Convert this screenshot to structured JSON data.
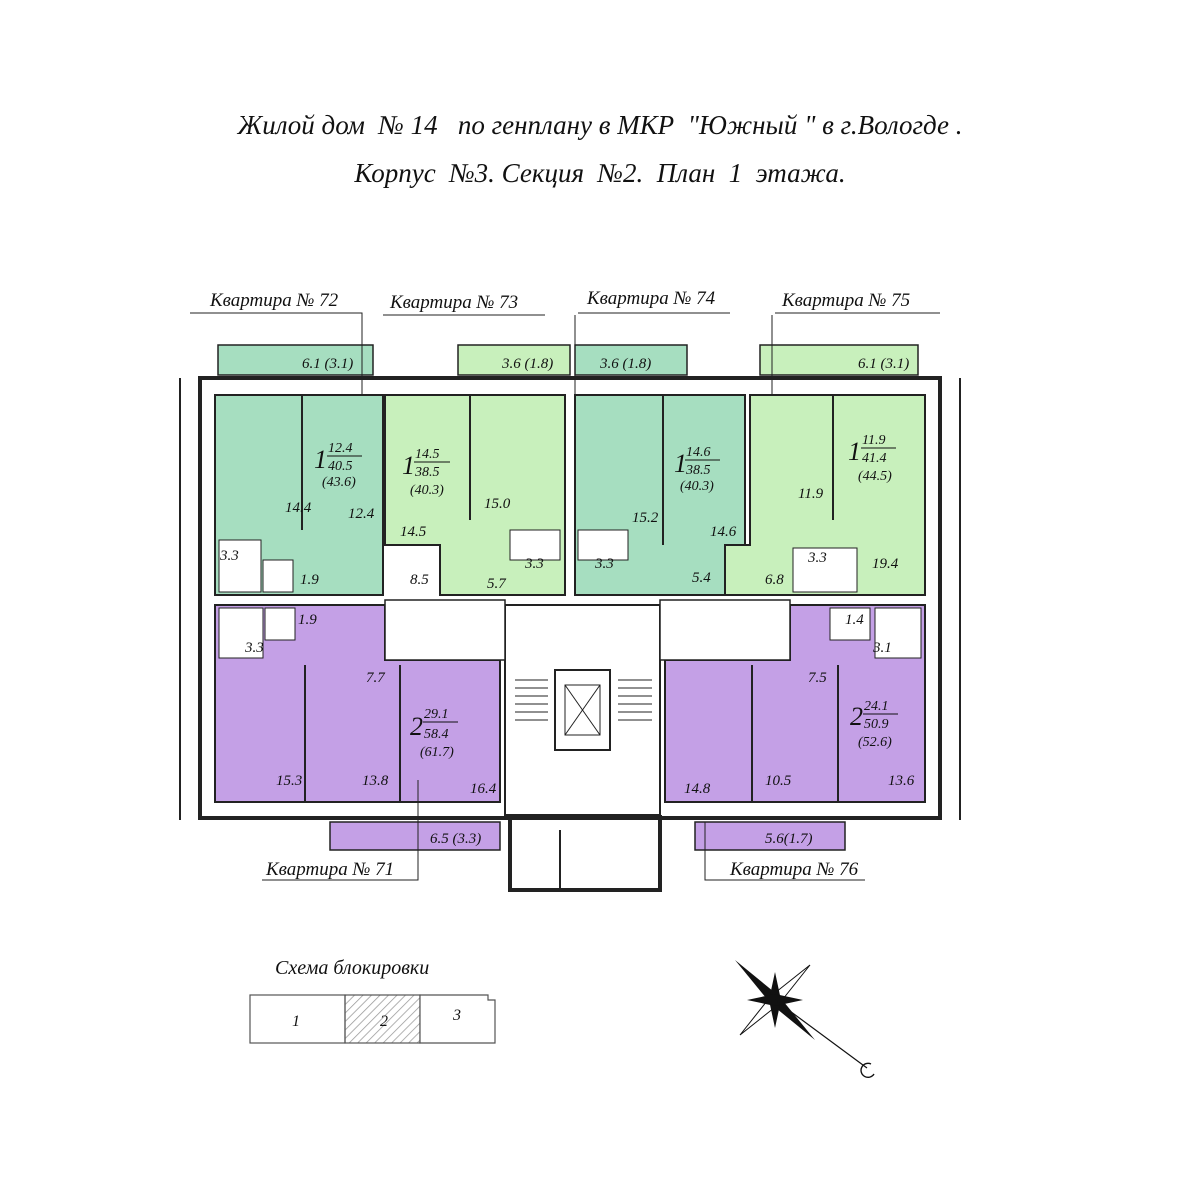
{
  "title": {
    "line1": "Жилой дом  № 14   по генплану в МКР  \"Южный \" в г.Вологде .",
    "line2": "Корпус  №3. Секция  №2.  План  1  этажа."
  },
  "colors": {
    "green_dark": "#a6dec0",
    "green_light": "#c8f0bc",
    "purple": "#c4a0e6",
    "wall": "#222222",
    "hatch": "#999999"
  },
  "apartments": [
    {
      "label": "Квартира № 72",
      "rooms": "1",
      "living": "12.4",
      "total": "40.5",
      "total_with_balcony": "(43.6)",
      "balcony": "6.1 (3.1)",
      "room_areas": [
        "14.4",
        "12.4",
        "3.3",
        "1.9",
        "8.5"
      ]
    },
    {
      "label": "Квартира № 73",
      "rooms": "1",
      "living": "14.5",
      "total": "38.5",
      "total_with_balcony": "(40.3)",
      "balcony": "3.6 (1.8)",
      "room_areas": [
        "14.5",
        "15.0",
        "3.3",
        "5.7"
      ]
    },
    {
      "label": "Квартира № 74",
      "rooms": "1",
      "living": "14.6",
      "total": "38.5",
      "total_with_balcony": "(40.3)",
      "balcony": "3.6 (1.8)",
      "room_areas": [
        "15.2",
        "14.6",
        "3.3",
        "5.4"
      ]
    },
    {
      "label": "Квартира № 75",
      "rooms": "1",
      "living": "11.9",
      "total": "41.4",
      "total_with_balcony": "(44.5)",
      "balcony": "6.1 (3.1)",
      "room_areas": [
        "11.9",
        "3.3",
        "19.4",
        "6.8"
      ]
    },
    {
      "label": "Квартира № 71",
      "rooms": "2",
      "living": "29.1",
      "total": "58.4",
      "total_with_balcony": "(61.7)",
      "balcony": "6.5 (3.3)",
      "room_areas": [
        "1.9",
        "3.3",
        "7.7",
        "15.3",
        "13.8",
        "16.4"
      ]
    },
    {
      "label": "Квартира № 76",
      "rooms": "2",
      "living": "24.1",
      "total": "50.9",
      "total_with_balcony": "(52.6)",
      "balcony": "5.6(1.7)",
      "room_areas": [
        "1.4",
        "3.1",
        "7.5",
        "14.8",
        "10.5",
        "13.6"
      ]
    }
  ],
  "blocking_scheme": {
    "title": "Схема блокировки",
    "sections": [
      "1",
      "2",
      "3"
    ],
    "highlighted": "2"
  },
  "compass": {
    "icon": "compass-rose-icon"
  }
}
